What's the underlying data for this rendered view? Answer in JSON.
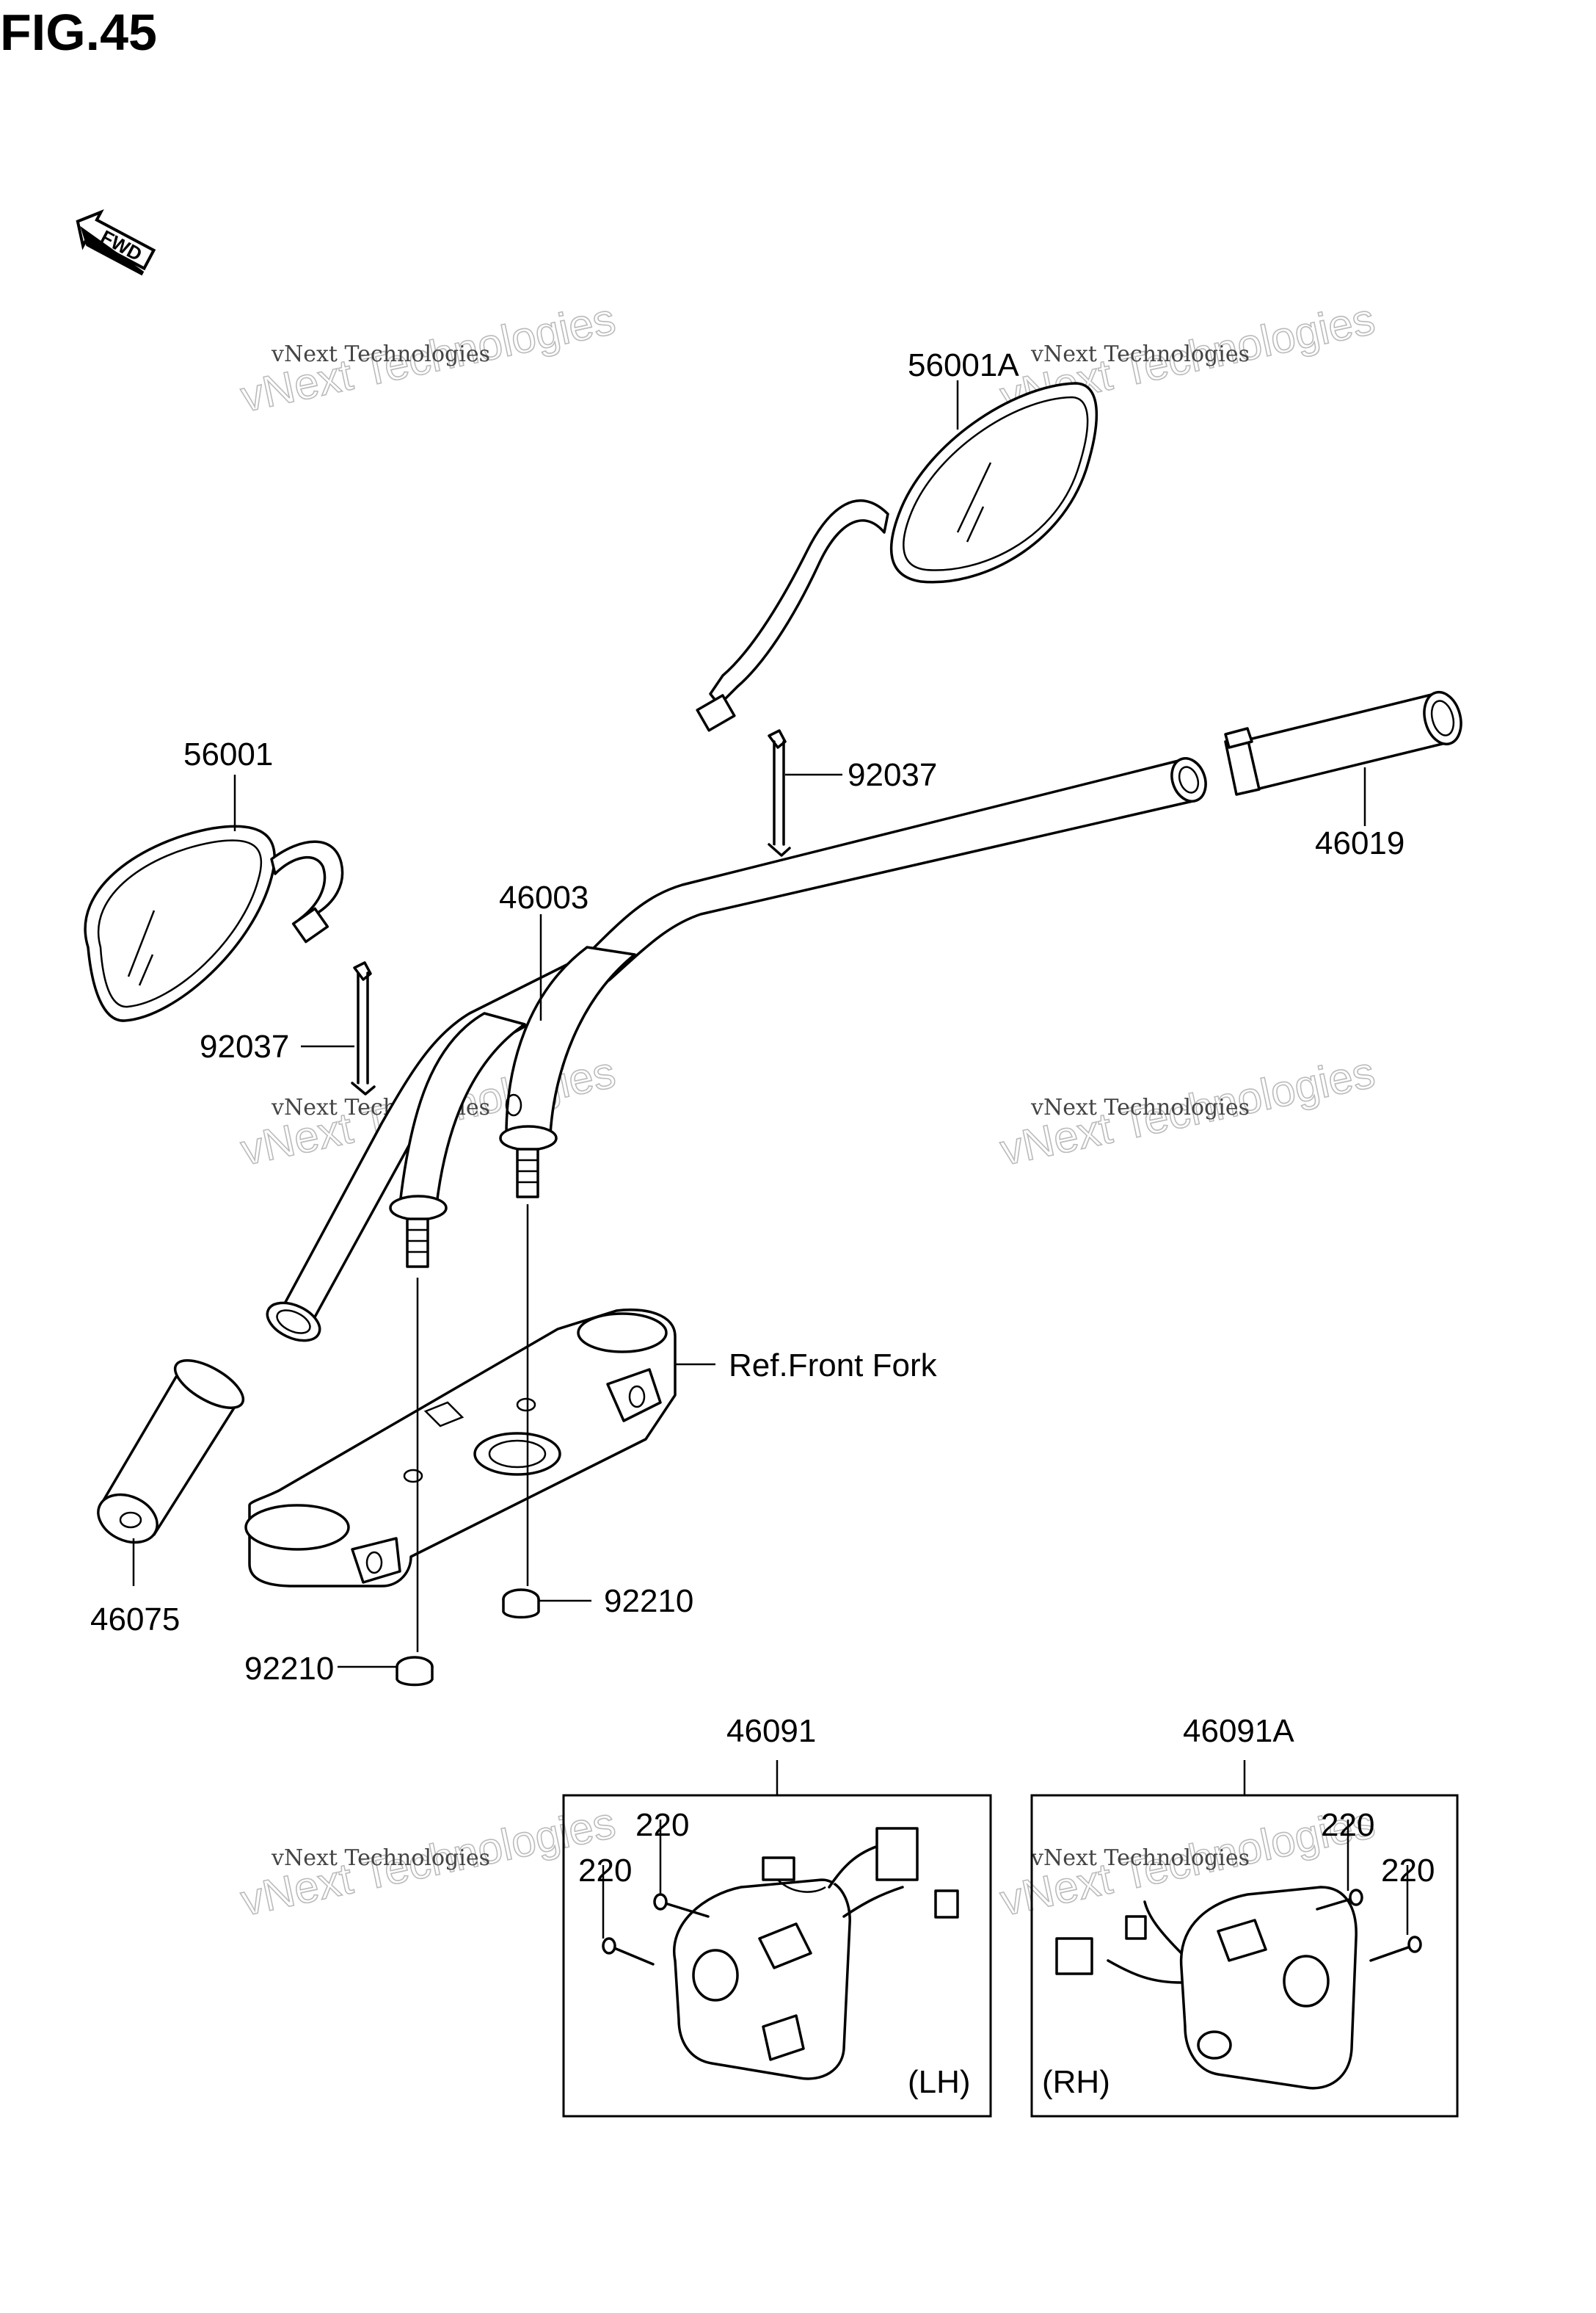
{
  "figure_title": "FIG.45",
  "direction_arrow": {
    "text": "FWD",
    "icon": "forward-arrow-icon"
  },
  "watermark": {
    "line1": "vNext Technologies",
    "line2": "vNext Technologies"
  },
  "callouts": {
    "mirror_right": "56001A",
    "mirror_left": "56001",
    "clip_right": "92037",
    "clip_left": "92037",
    "throttle_grip": "46019",
    "handlebar": "46003",
    "left_grip": "46075",
    "nut_right": "92210",
    "nut_left": "92210",
    "fork_ref": "Ref.Front Fork",
    "switch_lh": "46091",
    "switch_rh": "46091A",
    "screw_lh_a": "220",
    "screw_lh_b": "220",
    "screw_rh_a": "220",
    "screw_rh_b": "220",
    "side_lh": "(LH)",
    "side_rh": "(RH)"
  }
}
